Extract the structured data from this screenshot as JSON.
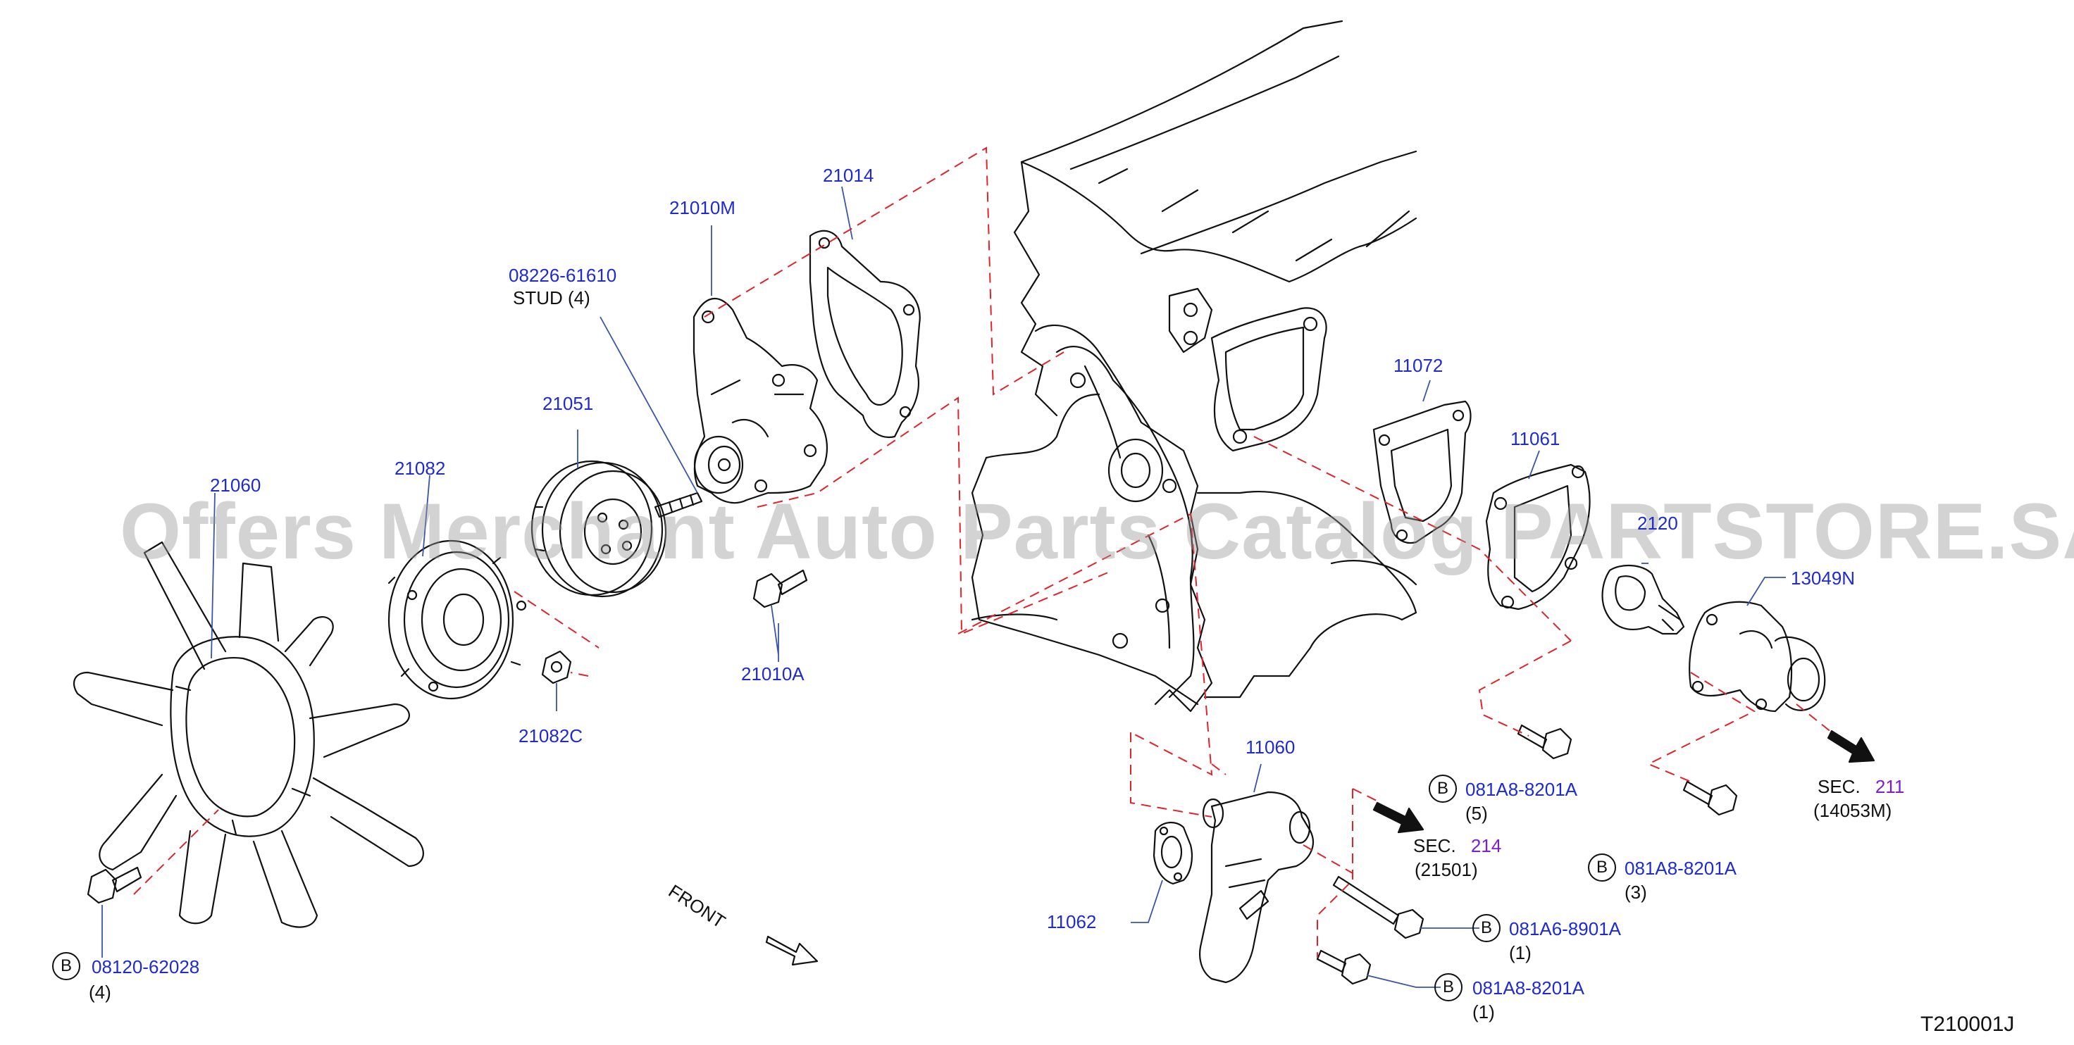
{
  "watermark": "Offers Merchant Auto Parts Catalog PARTSTORE.SA",
  "diagram_code": "T210001J",
  "front_label": "FRONT",
  "bolt_circle_letter": "B",
  "labels": {
    "p21060": "21060",
    "p21082": "21082",
    "p21051": "21051",
    "p08226": "08226-61610",
    "stud": "STUD  (4)",
    "p21010M": "21010M",
    "p21014": "21014",
    "p21010A": "21010A",
    "p21082C": "21082C",
    "p11072": "11072",
    "p11061": "11061",
    "p2120": "2120",
    "p13049N": "13049N",
    "p11060": "11060",
    "p11062": "11062"
  },
  "bolt_callouts": [
    {
      "part": "08120-62028",
      "qty": "(4)"
    },
    {
      "part": "081A8-8201A",
      "qty": "(5)"
    },
    {
      "part": "081A8-8201A",
      "qty": "(3)"
    },
    {
      "part": "081A6-8901A",
      "qty": "(1)"
    },
    {
      "part": "081A8-8201A",
      "qty": "(1)"
    }
  ],
  "sections": [
    {
      "prefix": "SEC.",
      "num": "214",
      "ref": "(21501)"
    },
    {
      "prefix": "SEC.",
      "num": "211",
      "ref": "(14053M)"
    }
  ],
  "colors": {
    "part_number": "#1f2bd0",
    "section_number": "#7a1fd6",
    "line_art": "#111111",
    "leader": "#3a55a8",
    "dashed_guide": "#e0242a"
  }
}
